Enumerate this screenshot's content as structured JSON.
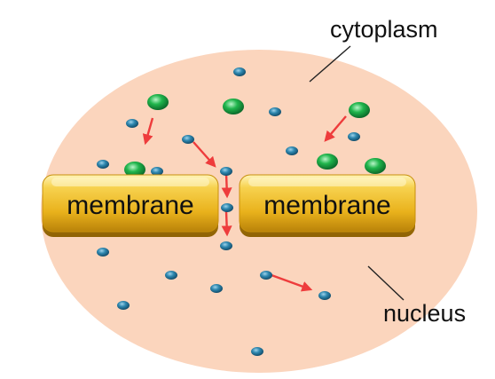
{
  "labels": {
    "cytoplasm": "cytoplasm",
    "nucleus": "nucleus",
    "membrane_left": "membrane",
    "membrane_right": "membrane"
  },
  "colors": {
    "nucleus_fill": "#fbd5bd",
    "membrane_gold": "#f2c12e",
    "blue_molecule": "#2a7fa4",
    "green_molecule": "#1fb04a",
    "arrow": "#ee3c3c"
  }
}
